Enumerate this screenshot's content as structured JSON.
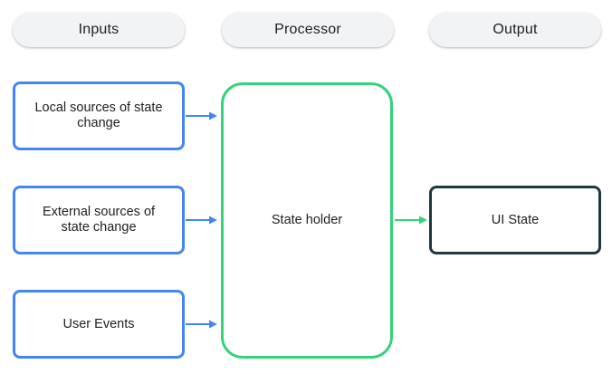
{
  "headers": {
    "inputs": "Inputs",
    "processor": "Processor",
    "output": "Output"
  },
  "inputs": {
    "local": "Local sources of state change",
    "external": "External sources of state change",
    "user_events": "User Events"
  },
  "processor": {
    "state_holder": "State holder"
  },
  "output": {
    "ui_state": "UI State"
  },
  "colors": {
    "input_border": "#4285f4",
    "processor_border": "#34d27a",
    "output_border": "#1d3a40",
    "header_pill_bg": "#f1f3f4"
  }
}
